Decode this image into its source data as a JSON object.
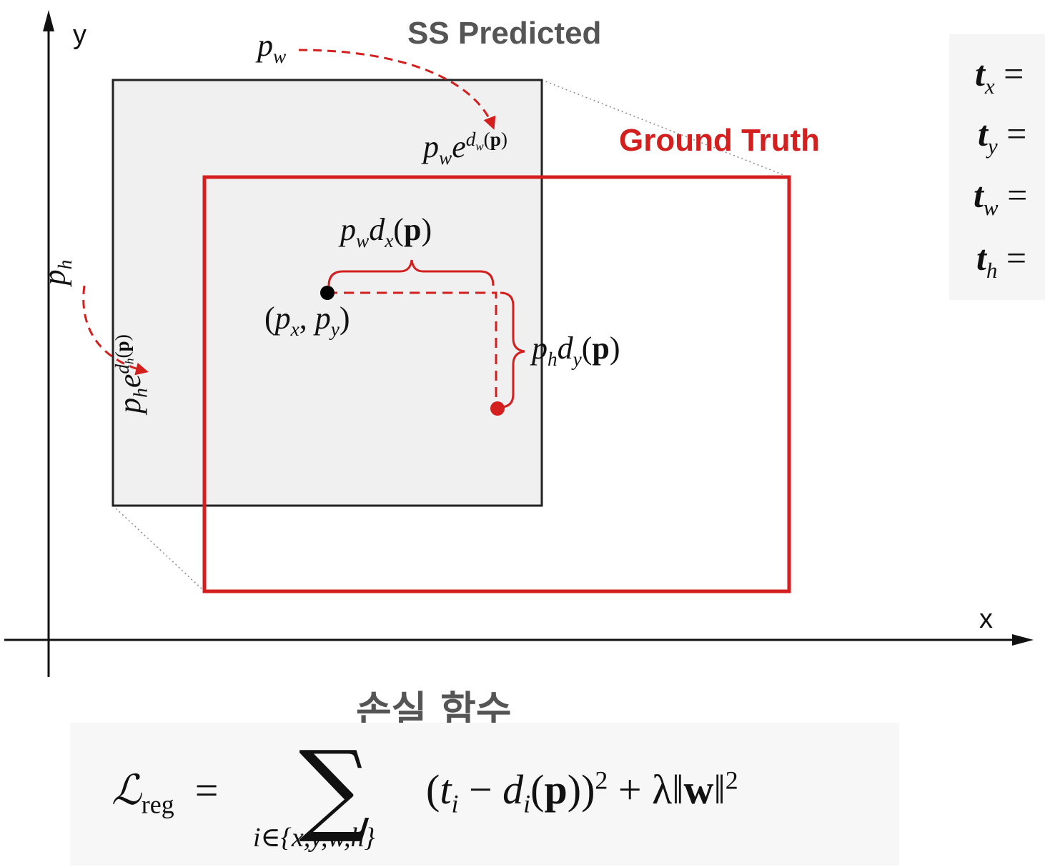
{
  "labels": {
    "ss_predicted": "SS Predicted",
    "ground_truth": "Ground Truth",
    "axis_x": "x",
    "axis_y": "y",
    "loss_title": "손실 함수"
  },
  "math": {
    "p": "p",
    "e": "e",
    "d": "d",
    "t": "t",
    "bold_p": "p",
    "sub_w": "w",
    "sub_h": "h",
    "sub_x": "x",
    "sub_y": "y",
    "sub_i": "i",
    "open_paren": "(",
    "close_paren": ")",
    "comma": ", ",
    "equals": "=",
    "minus": "−",
    "plus": "+",
    "sq": "2",
    "lambda": "λ",
    "norm_open": "‖",
    "norm_close": "‖",
    "bold_w": "w",
    "loss_symbol": "ℒ",
    "loss_sub": "reg",
    "sum_symbol": "∑",
    "sum_index": "i∈{x,y,w,h}"
  },
  "colors": {
    "ground_truth": "#d41f1f",
    "predicted_box_fill": "#f0f0f0",
    "predicted_box_stroke": "#222222",
    "ss_predicted_text": "#555555",
    "axis": "#111111"
  }
}
